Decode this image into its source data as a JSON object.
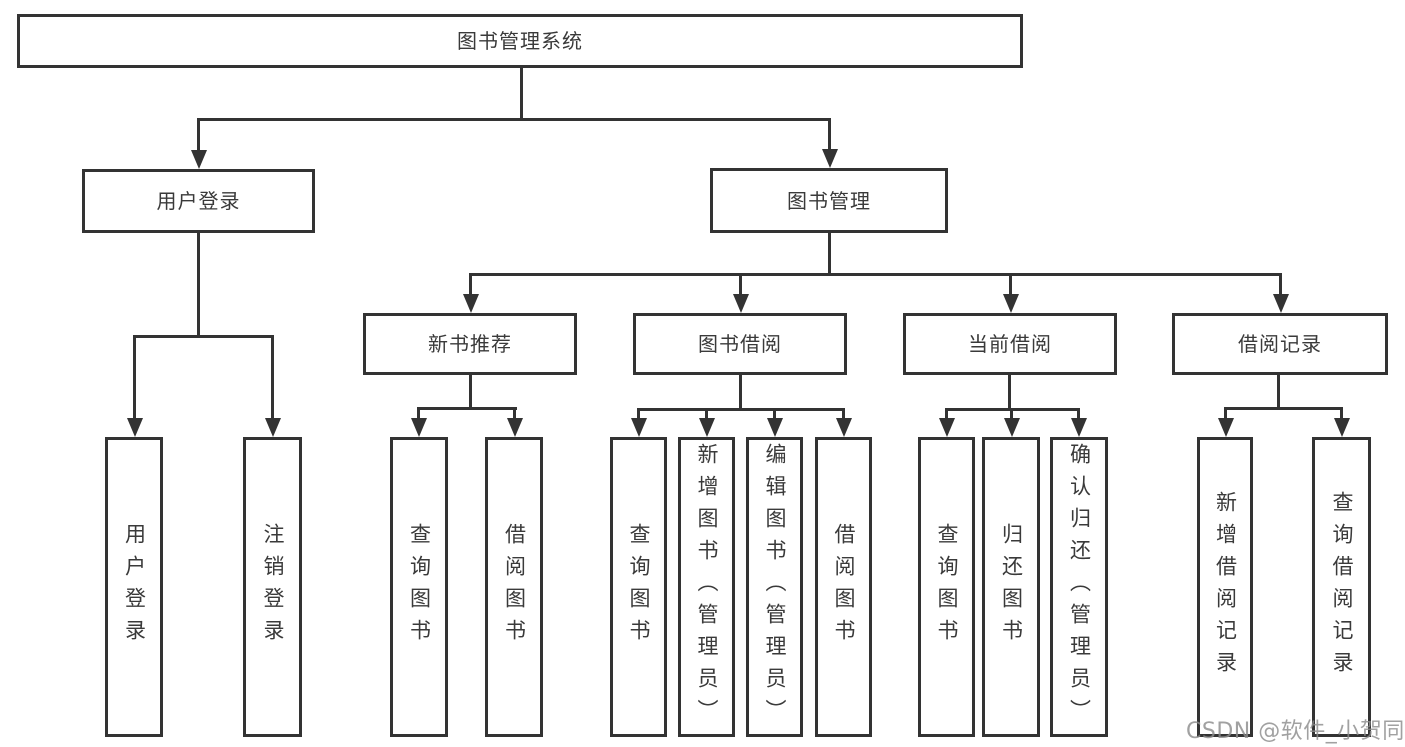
{
  "nodes": {
    "root": "图书管理系统",
    "user_login": "用户登录",
    "book_mgmt": "图书管理",
    "new_books": "新书推荐",
    "book_borrow": "图书借阅",
    "current_borrow": "当前借阅",
    "borrow_records": "借阅记录",
    "leaf_user_login": "用户登录",
    "leaf_logout": "注销登录",
    "leaf_query_books_a": "查询图书",
    "leaf_borrow_books_a": "借阅图书",
    "leaf_query_books_b": "查询图书",
    "leaf_add_book": "新增图书（管理员）",
    "leaf_edit_book": "编辑图书（管理员）",
    "leaf_borrow_books_b": "借阅图书",
    "leaf_query_books_c": "查询图书",
    "leaf_return_book": "归还图书",
    "leaf_confirm_return": "确认归还（管理员）",
    "leaf_add_record": "新增借阅记录",
    "leaf_query_record": "查询借阅记录"
  },
  "hierarchy": {
    "图书管理系统": [
      "用户登录",
      "图书管理"
    ],
    "用户登录": [
      "用户登录",
      "注销登录"
    ],
    "图书管理": [
      "新书推荐",
      "图书借阅",
      "当前借阅",
      "借阅记录"
    ],
    "新书推荐": [
      "查询图书",
      "借阅图书"
    ],
    "图书借阅": [
      "查询图书",
      "新增图书（管理员）",
      "编辑图书（管理员）",
      "借阅图书"
    ],
    "当前借阅": [
      "查询图书",
      "归还图书",
      "确认归还（管理员）"
    ],
    "借阅记录": [
      "新增借阅记录",
      "查询借阅记录"
    ]
  },
  "watermark": "CSDN @软件_小贺同学",
  "colors": {
    "line": "#333333",
    "text": "#3a3a3a",
    "watermark": "#8c8c8c",
    "background": "#ffffff"
  }
}
